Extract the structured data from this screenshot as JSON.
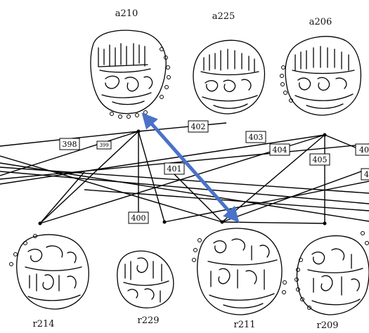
{
  "coins": {
    "top": [
      {
        "id": "a210"
      },
      {
        "id": "a225"
      },
      {
        "id": "a206"
      }
    ],
    "bottom": [
      {
        "id": "r214"
      },
      {
        "id": "r229"
      },
      {
        "id": "r211"
      },
      {
        "id": "r209"
      }
    ]
  },
  "edge_labels": {
    "e398": "398",
    "e399": "399",
    "e400": "400",
    "e401": "401",
    "e402": "402",
    "e403": "403",
    "e404": "404",
    "e405": "405",
    "e40a": "40",
    "e40b": "4"
  },
  "highlight": {
    "from": "a210",
    "to": "r211",
    "color": "#4a72c8"
  }
}
